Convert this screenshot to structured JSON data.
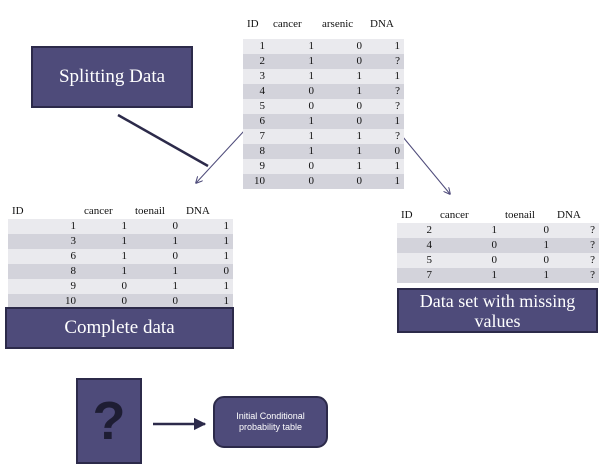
{
  "labels": {
    "splitting": "Splitting Data",
    "complete": "Complete data",
    "missing": "Data set with missing values",
    "question": "?",
    "cpt": "Initial Conditional probability table"
  },
  "main_table": {
    "headers": [
      "ID",
      "cancer",
      "arsenic",
      "DNA"
    ],
    "rows": [
      [
        "1",
        "1",
        "0",
        "1"
      ],
      [
        "2",
        "1",
        "0",
        "?"
      ],
      [
        "3",
        "1",
        "1",
        "1"
      ],
      [
        "4",
        "0",
        "1",
        "?"
      ],
      [
        "5",
        "0",
        "0",
        "?"
      ],
      [
        "6",
        "1",
        "0",
        "1"
      ],
      [
        "7",
        "1",
        "1",
        "?"
      ],
      [
        "8",
        "1",
        "1",
        "0"
      ],
      [
        "9",
        "0",
        "1",
        "1"
      ],
      [
        "10",
        "0",
        "0",
        "1"
      ]
    ]
  },
  "complete_table": {
    "headers": [
      "ID",
      "cancer",
      "toenail",
      "DNA"
    ],
    "rows": [
      [
        "1",
        "1",
        "0",
        "1"
      ],
      [
        "3",
        "1",
        "1",
        "1"
      ],
      [
        "6",
        "1",
        "0",
        "1"
      ],
      [
        "8",
        "1",
        "1",
        "0"
      ],
      [
        "9",
        "0",
        "1",
        "1"
      ],
      [
        "10",
        "0",
        "0",
        "1"
      ]
    ]
  },
  "missing_table": {
    "headers": [
      "ID",
      "cancer",
      "toenail",
      "DNA"
    ],
    "rows": [
      [
        "2",
        "1",
        "0",
        "?"
      ],
      [
        "4",
        "0",
        "1",
        "?"
      ],
      [
        "5",
        "0",
        "0",
        "?"
      ],
      [
        "7",
        "1",
        "1",
        "?"
      ]
    ]
  },
  "colors": {
    "box_fill": "#4e4b7a",
    "box_border": "#2c2a4a",
    "row_dark": "#d3d3db",
    "row_light": "#eaeaee",
    "arrow": "#4e4b7a"
  }
}
